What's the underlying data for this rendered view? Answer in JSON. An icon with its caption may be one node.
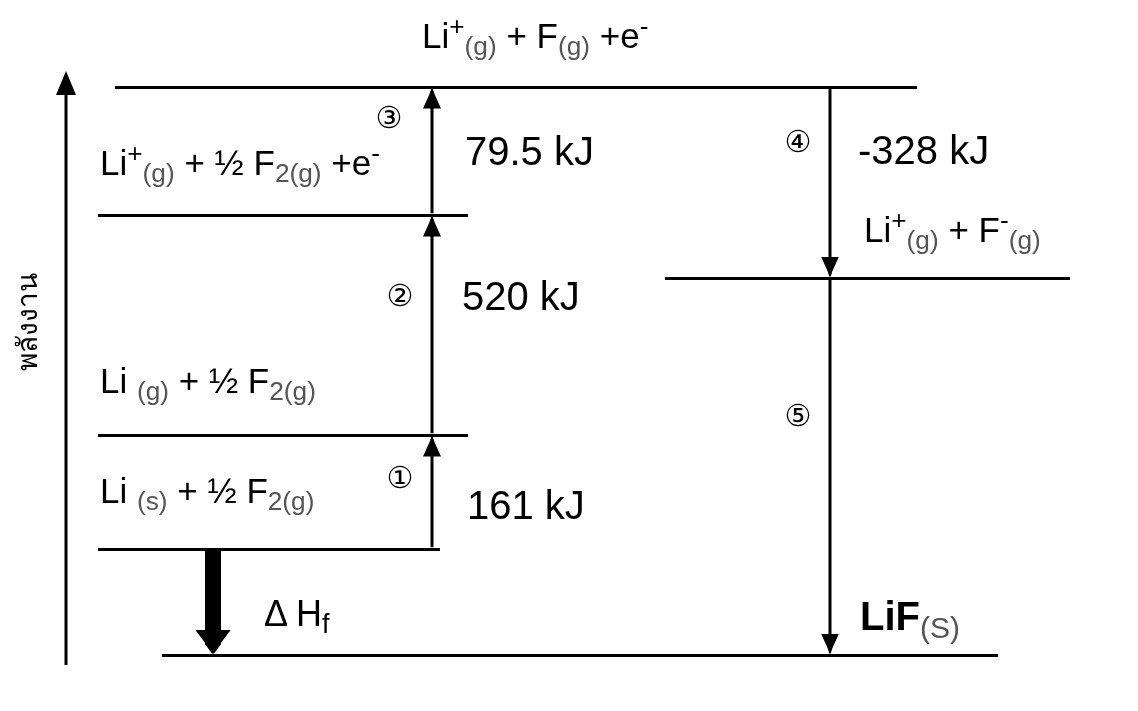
{
  "diagram": {
    "nodes": [
      {
        "text": [],
        "shape": "line",
        "beside": [
          "Li$^{+}$$_{(g)}$ + F$_{(g)}$ +e$^{-}$"
        ]
      },
      {
        "text": [],
        "shape": "line",
        "beside": [
          "Li$^{+}$$_{(g)}$ + ½ F$_{2(g)}$ +e$^{-}$"
        ]
      },
      {
        "text": [],
        "shape": "line",
        "beside": [
          "Li$^{+}$$_{(g)}$ + F$^{-}$$_{(g)}$"
        ]
      },
      {
        "text": [],
        "shape": "line",
        "beside": [
          "Li $_{(g)}$ + ½ F$_{2(g)}$"
        ]
      },
      {
        "text": [],
        "shape": "line",
        "beside": [
          "Li $_{(s)}$ + ½ F$_{2(g)}$"
        ]
      },
      {
        "text": [],
        "shape": "line",
        "beside": [
          "**LiF**$_{(S)}$"
        ]
      }
    ],
    "edges": [
      {
        "from": 4,
        "to": 3,
        "arrow": "to",
        "label": "161 kJ"
      },
      {
        "from": 3,
        "to": 1,
        "arrow": "to",
        "label": "520 kJ"
      },
      {
        "from": 1,
        "to": 0,
        "arrow": "to",
        "label": "79.5 kJ"
      },
      {
        "from": 0,
        "to": 2,
        "arrow": "to",
        "label": "-328 kJ"
      },
      {
        "from": 2,
        "to": 5,
        "arrow": "to"
      },
      {
        "from": 4,
        "to": 5,
        "arrow": "to",
        "style": "thick",
        "label": "Δ H$_{f}$"
      }
    ],
    "labels": [
      "③",
      "④",
      "พลังงาน",
      "②",
      "⑤",
      "①"
    ]
  }
}
